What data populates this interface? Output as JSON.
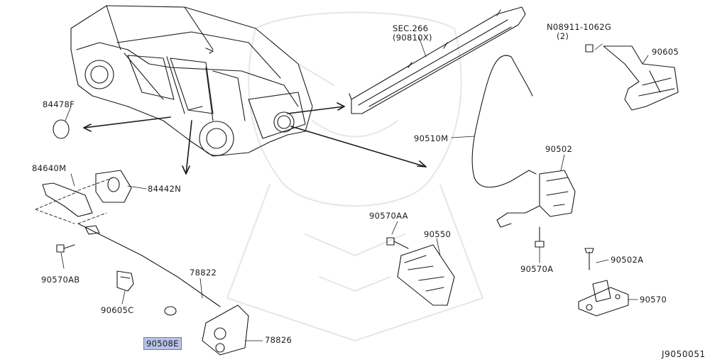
{
  "diagram": {
    "labels": {
      "sec266": "SEC.266",
      "p90810x": "(90810X)",
      "p08911": "N08911-1062G",
      "qty2": "(2)",
      "p90605": "90605",
      "p84478f": "84478F",
      "p84640m": "84640M",
      "p84442n": "84442N",
      "p90510m": "90510M",
      "p90502": "90502",
      "p90570aa": "90570AA",
      "p90550": "90550",
      "p90570ab": "90570AB",
      "p78822": "78822",
      "p90605c": "90605C",
      "p90570a": "90570A",
      "p90502a": "90502A",
      "p90570": "90570",
      "p90508e": "90508E",
      "p78826": "78826",
      "diagram_code": "J9050051"
    },
    "highlight_color": "#b8c3e8",
    "line_color": "#1a1a1a"
  }
}
